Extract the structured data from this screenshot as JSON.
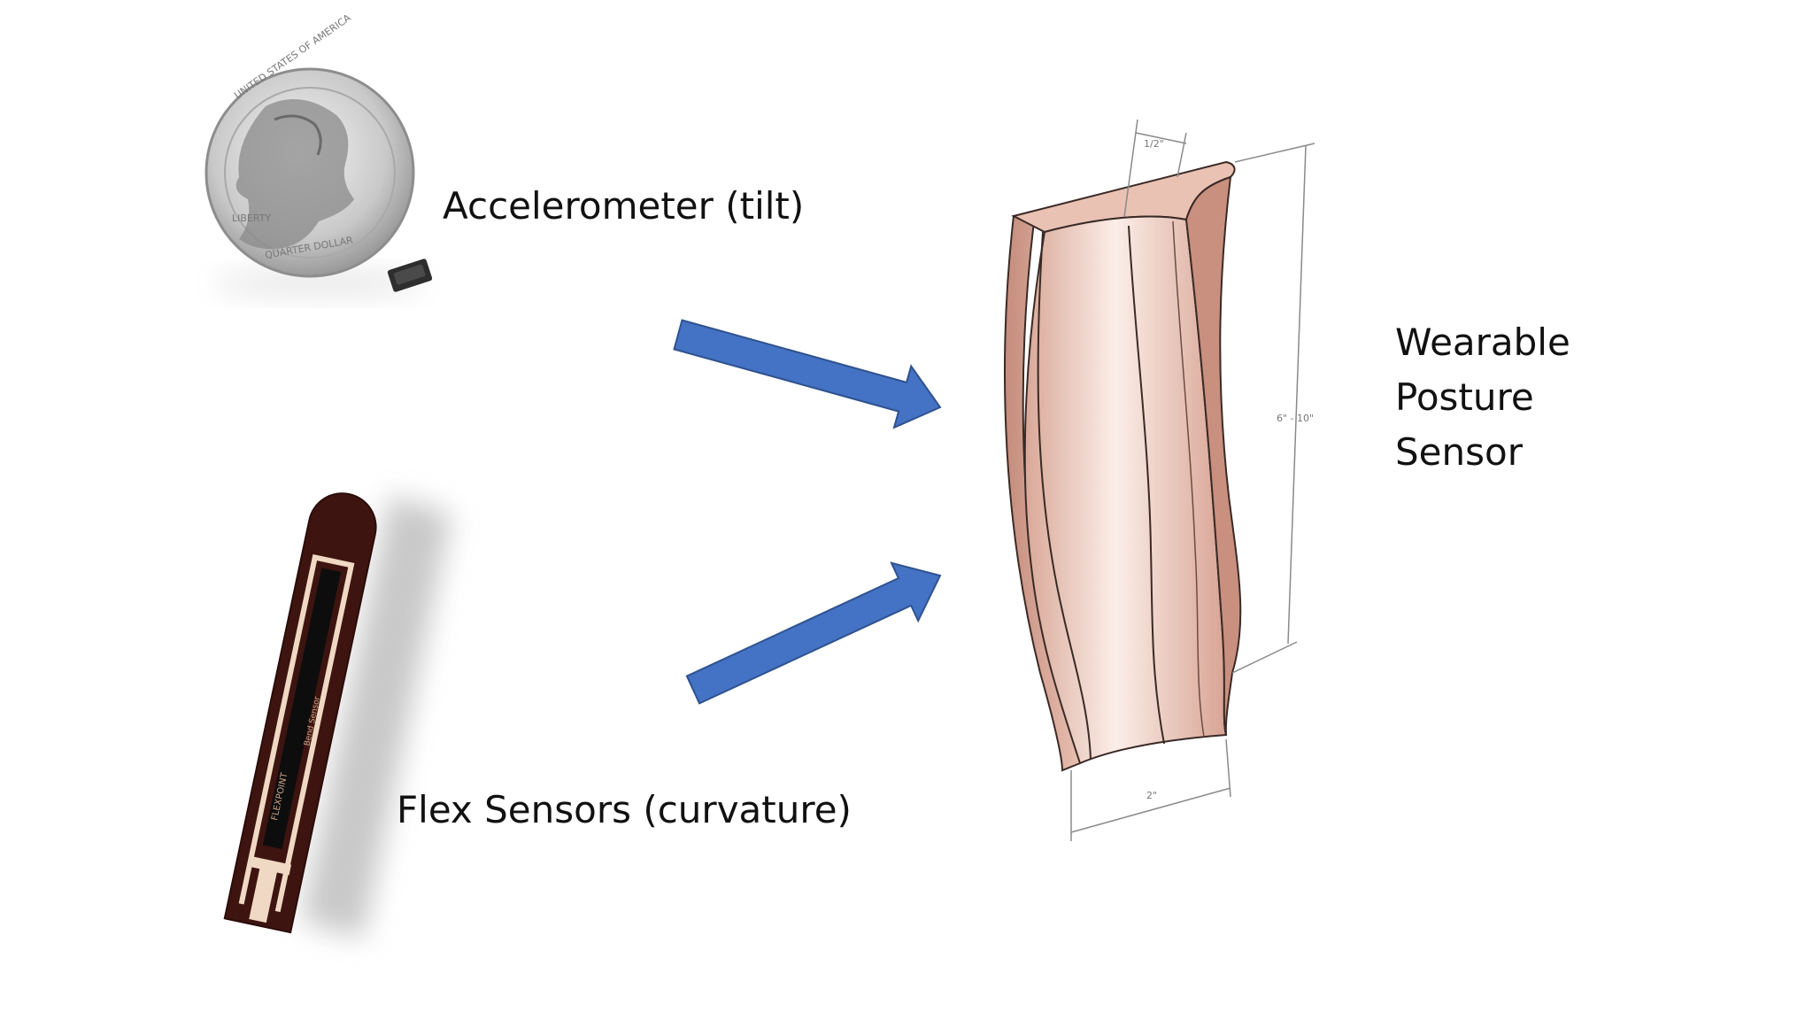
{
  "labels": {
    "accelerometer": "Accelerometer (tilt)",
    "flex": "Flex Sensors (curvature)",
    "wearable": [
      "Wearable",
      "Posture",
      "Sensor"
    ]
  },
  "dimensions": {
    "top_width": "1/2\"",
    "height": "6\" - 10\"",
    "bottom_width": "2\""
  },
  "coin_text": {
    "top": "UNITED STATES OF AMERICA",
    "liberty": "LIBERTY",
    "bottom": "QUARTER DOLLAR"
  },
  "flex_sensor_text": {
    "brand": "FLEXPOINT",
    "sub": "Bend Sensor"
  },
  "colors": {
    "arrow_fill": "#4472C4",
    "arrow_stroke": "#2F528F",
    "sensor_fill": "#EEC9BC",
    "flex_strip": "#3D1410",
    "text": "#111111"
  }
}
